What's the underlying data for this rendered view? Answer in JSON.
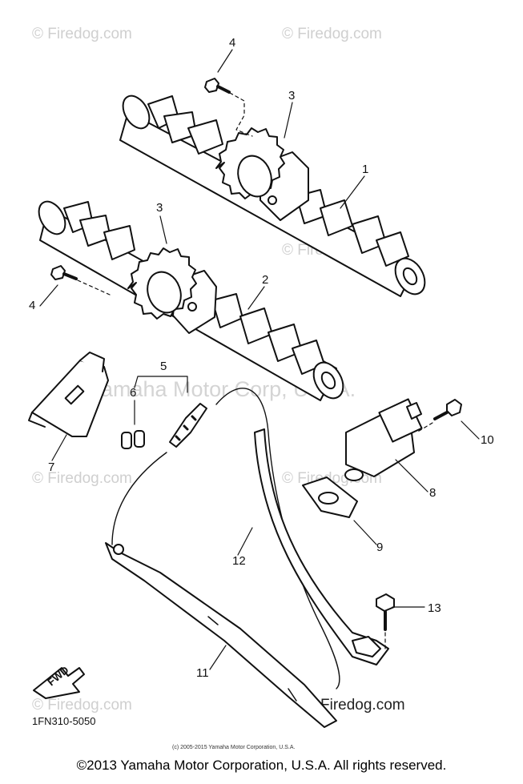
{
  "watermarks": {
    "site": "© Firedog.com",
    "site_plain": "Firedog.com",
    "brand": "Yamaha Motor Corp, U.S.A."
  },
  "callouts": {
    "c1": "1",
    "c2": "2",
    "c3a": "3",
    "c3b": "3",
    "c4a": "4",
    "c4b": "4",
    "c5": "5",
    "c6": "6",
    "c7": "7",
    "c8": "8",
    "c9": "9",
    "c10": "10",
    "c11": "11",
    "c12": "12",
    "c13": "13"
  },
  "fwd_label": "FWD",
  "diagram_code": "1FN310-5050",
  "small_copyright": "(c) 2005-2015 Yamaha Motor Corporation, U.S.A.",
  "footer_copyright": "©2013 Yamaha Motor Corporation, U.S.A. All rights reserved."
}
